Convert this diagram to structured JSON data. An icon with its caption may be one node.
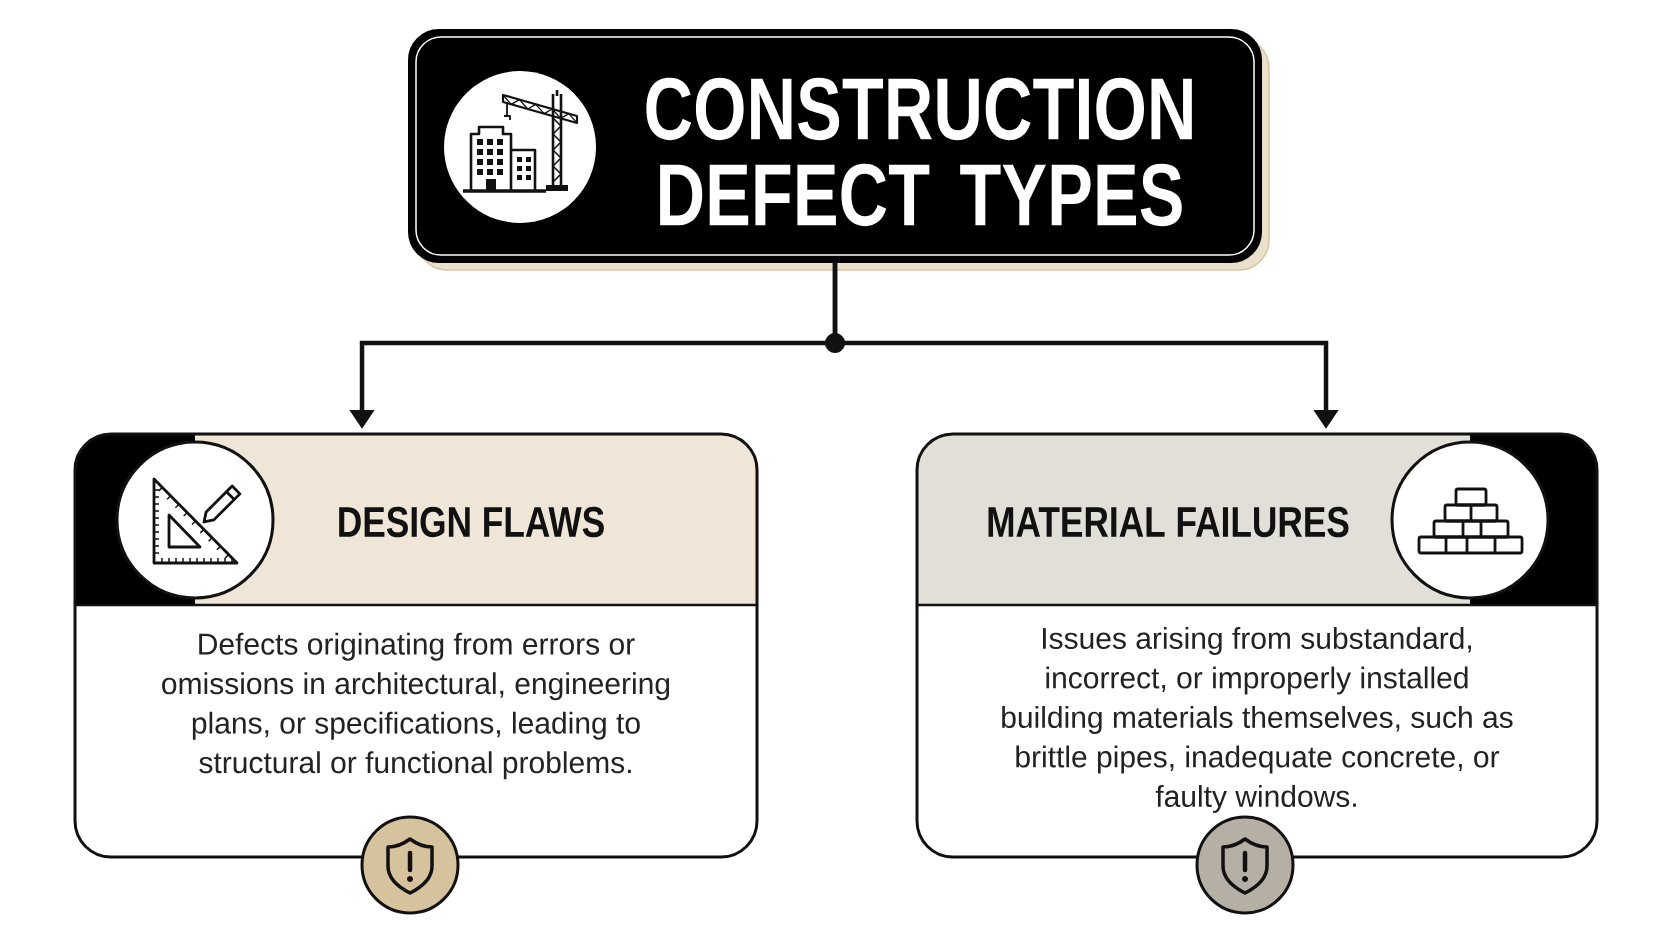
{
  "diagram": {
    "nodes": [
      {
        "text": [
          "CONSTRUCTION DEFECT TYPES"
        ]
      },
      {
        "text": [
          "DESIGN FLAWS",
          "Defects originating from errors or omissions in architectural, engineering plans, or specifications, leading to structural or functional problems."
        ]
      },
      {
        "text": [
          "MATERIAL FAILURES",
          "Issues arising from substandard, incorrect, or improperly installed building materials themselves, such as brittle pipes, inadequate concrete, or faulty windows."
        ]
      }
    ],
    "edges": [
      {
        "from": 0,
        "to": 1,
        "arrow": "to"
      },
      {
        "from": 0,
        "to": 2,
        "arrow": "to"
      }
    ]
  }
}
